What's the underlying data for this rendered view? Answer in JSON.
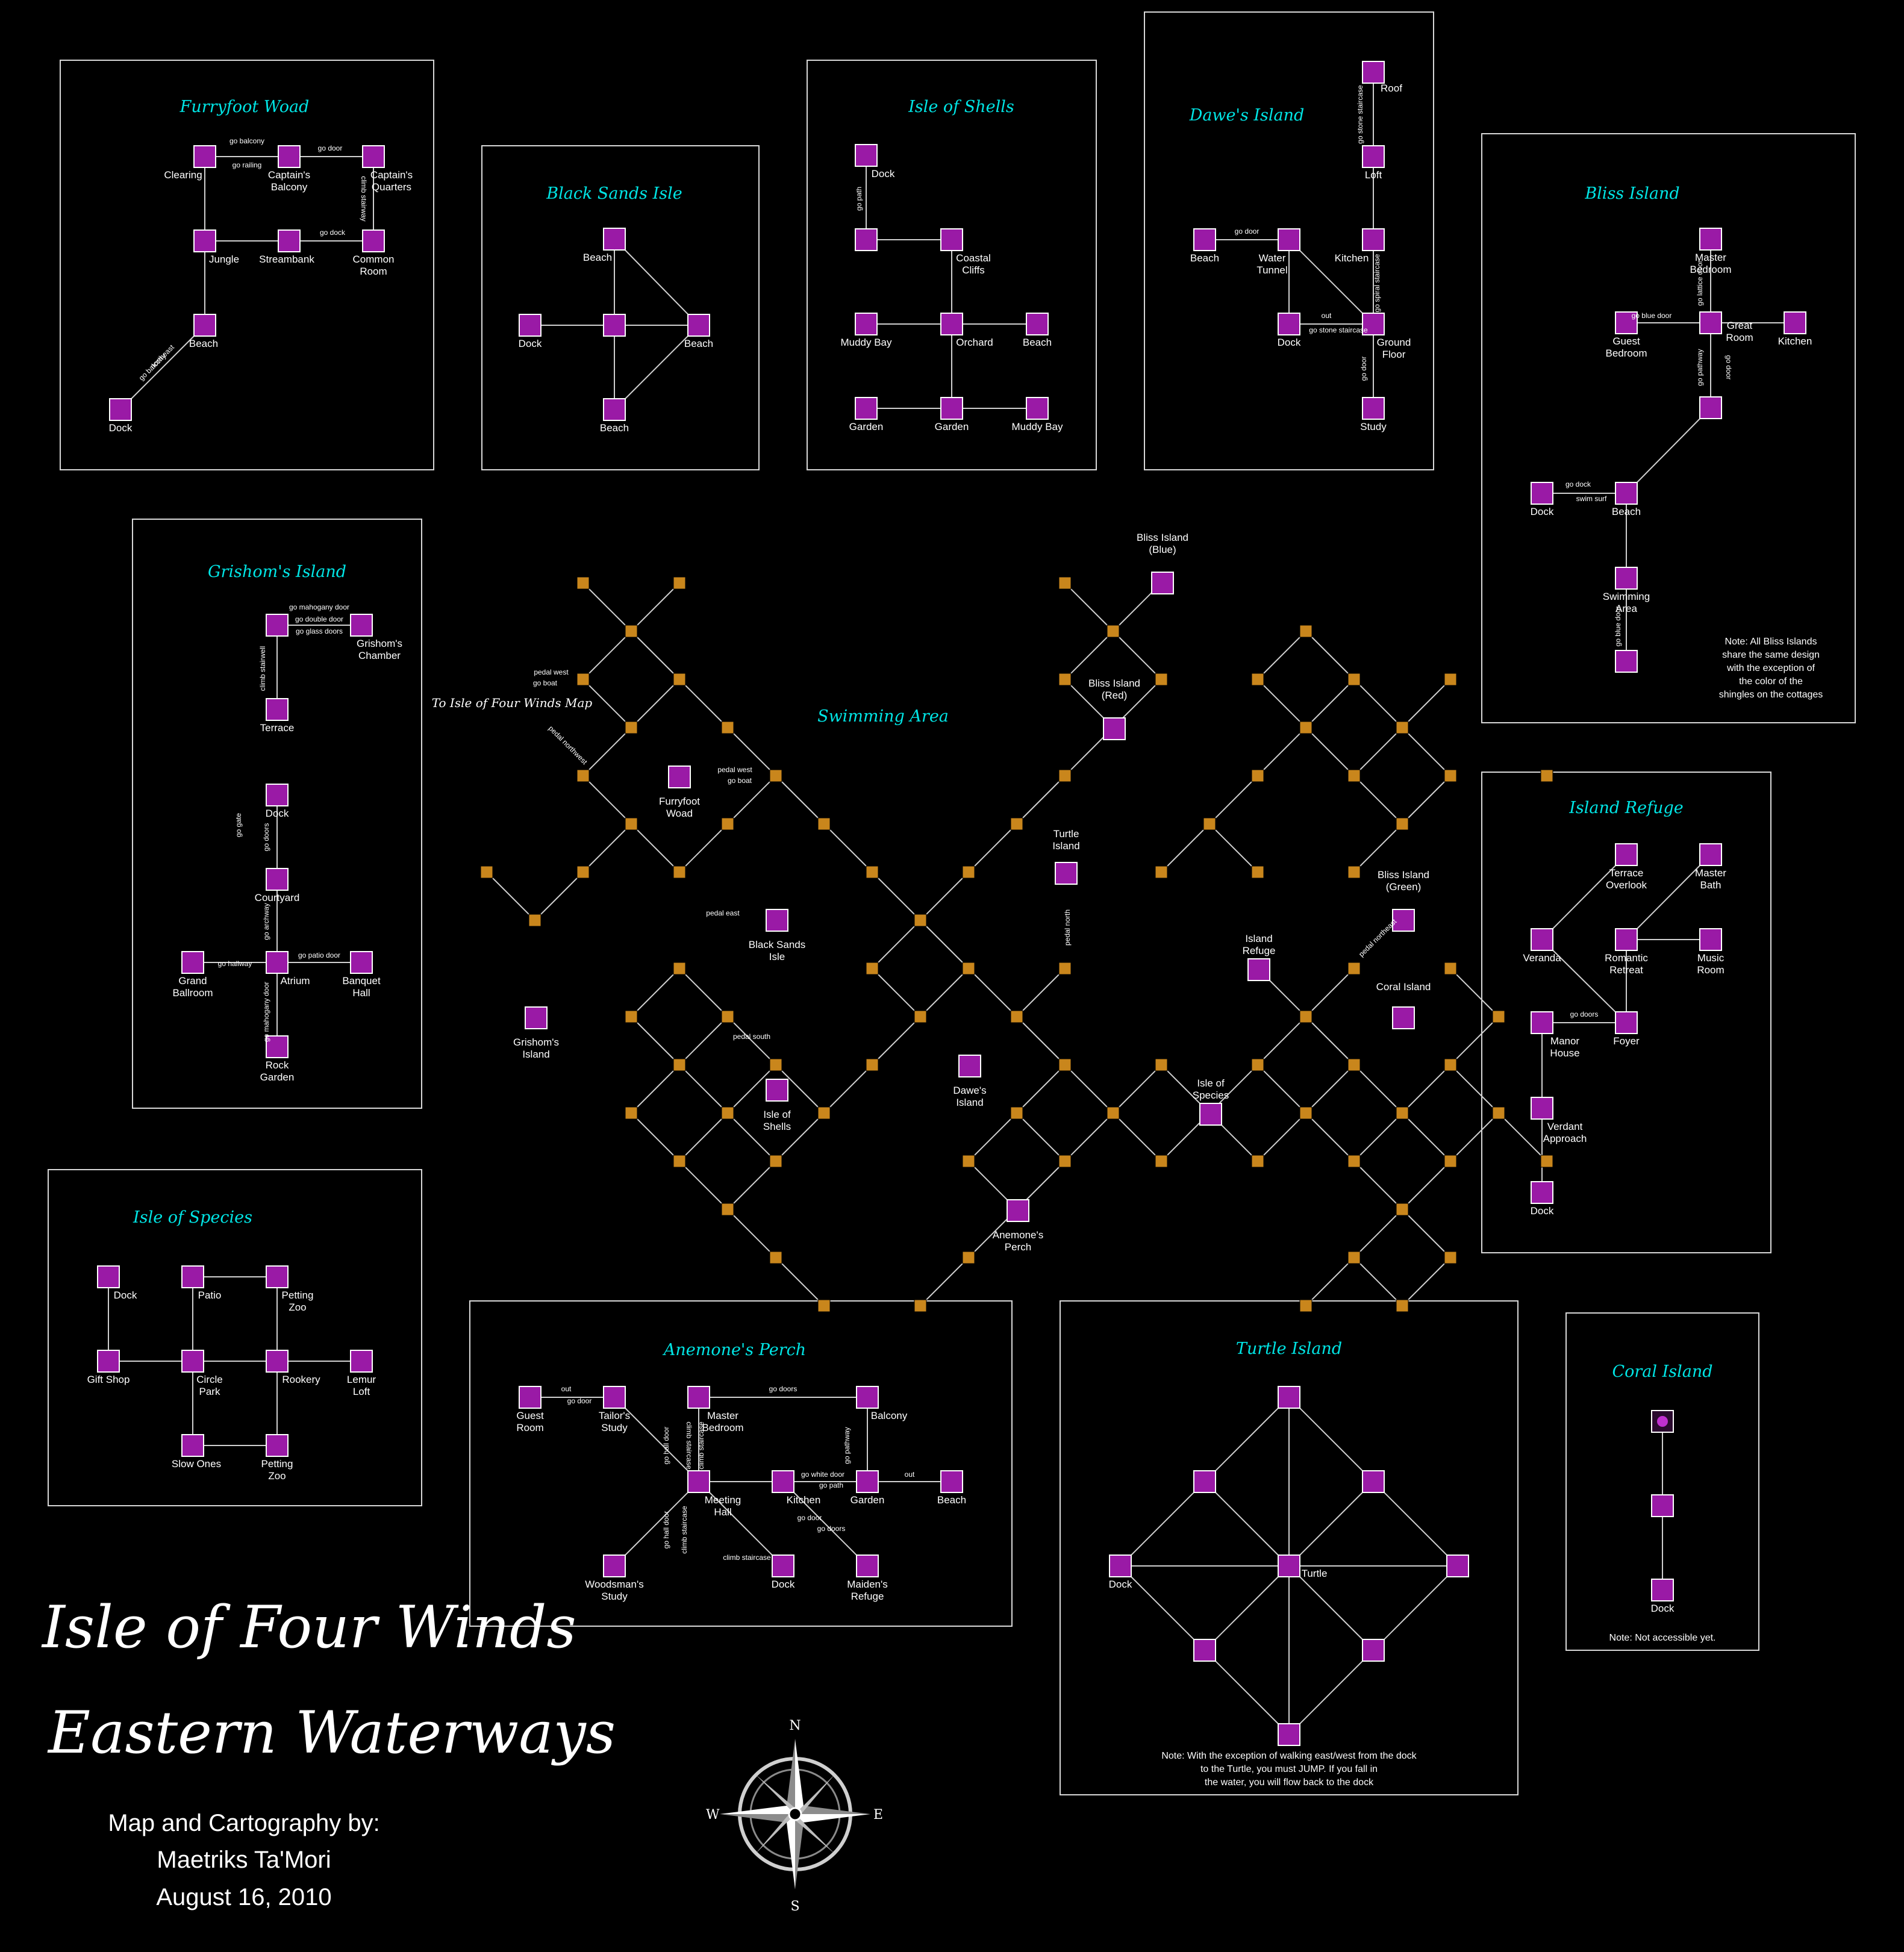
{
  "map_title": "Isle of Four Winds",
  "map_subtitle": "Eastern Waterways",
  "credits": [
    "Map and Cartography by:",
    "Maetriks Ta'Mori",
    "August 16, 2010"
  ],
  "compass": {
    "n": "N",
    "s": "S",
    "e": "E",
    "w": "W"
  },
  "colors": {
    "room": "#9a1aa6",
    "water_node": "#c9861c",
    "title": "#00e5e5",
    "background": "#000000"
  },
  "swimming_area": {
    "title": "Swimming Area",
    "exit_label": "To Isle of Four Winds Map",
    "destinations": [
      "Furryfoot Woad",
      "Black Sands Isle",
      "Grishom's Island",
      "Isle of Shells",
      "Dawe's Island",
      "Turtle Island",
      "Bliss Island (Blue)",
      "Bliss Island (Red)",
      "Island Refuge",
      "Bliss Island (Green)",
      "Coral Island",
      "Isle of Species",
      "Anemone's Perch"
    ],
    "edge_labels": [
      "pedal west",
      "go boat",
      "pedal northwest",
      "pedal east",
      "pedal south",
      "pedal north",
      "pedal northeast"
    ]
  },
  "panels": [
    {
      "title": "Furryfoot Woad",
      "rooms": [
        "Clearing",
        "Captain's Balcony",
        "Captain's Quarters",
        "Jungle",
        "Streambank",
        "Common Room",
        "Beach",
        "Dock"
      ],
      "exits": [
        "go balcony",
        "go railing",
        "go door",
        "climb stairway",
        "go dock",
        "northeast"
      ]
    },
    {
      "title": "Black Sands Isle",
      "rooms": [
        "Beach",
        "Dock",
        "Beach",
        "Beach"
      ]
    },
    {
      "title": "Isle of Shells",
      "rooms": [
        "Dock",
        "Coastal Cliffs",
        "Muddy Bay",
        "Orchard",
        "Beach",
        "Garden",
        "Garden",
        "Muddy Bay"
      ],
      "exits": [
        "go path"
      ]
    },
    {
      "title": "Dawe's Island",
      "rooms": [
        "Roof",
        "Loft",
        "Beach",
        "Water Tunnel",
        "Kitchen",
        "Dock",
        "Ground Floor",
        "Study"
      ],
      "exits": [
        "go stone staircase",
        "go door",
        "go spiral staircase",
        "out"
      ]
    },
    {
      "title": "Bliss Island",
      "rooms": [
        "Master Bedroom",
        "Great Room",
        "Guest Bedroom",
        "Kitchen",
        "Dock",
        "Beach",
        "Swimming Area"
      ],
      "exits": [
        "go blue door",
        "go lattice door",
        "go door",
        "go pathway",
        "go dock",
        "swim surf"
      ],
      "note": "Note: All Bliss Islands share the same design with the exception of the color of the shingles on the cottages"
    },
    {
      "title": "Grishom's Island",
      "rooms": [
        "Grishom's Chamber",
        "Terrace",
        "Dock",
        "Courtyard",
        "Grand Ballroom",
        "Atrium",
        "Banquet Hall",
        "Rock Garden"
      ],
      "exits": [
        "go mahogany door",
        "go double door",
        "go glass doors",
        "climb stairwell",
        "go gate",
        "go doors",
        "go archway",
        "go hallway",
        "go patio door"
      ]
    },
    {
      "title": "Island Refuge",
      "rooms": [
        "Terrace Overlook",
        "Master Bath",
        "Veranda",
        "Romantic Retreat",
        "Music Room",
        "Manor House",
        "Foyer",
        "Verdant Approach",
        "Dock"
      ],
      "exits": [
        "go doors"
      ]
    },
    {
      "title": "Isle of Species",
      "rooms": [
        "Dock",
        "Patio",
        "Petting Zoo",
        "Gift Shop",
        "Circle Park",
        "Rookery",
        "Lemur Loft",
        "Slow Ones",
        "Petting Zoo"
      ]
    },
    {
      "title": "Anemone's Perch",
      "rooms": [
        "Guest Room",
        "Tailor's Study",
        "Master Bedroom",
        "Balcony",
        "Meeting Hall",
        "Kitchen",
        "Garden",
        "Beach",
        "Woodsman's Study",
        "Dock",
        "Maiden's Refuge"
      ],
      "exits": [
        "out",
        "go door",
        "go doors",
        "go hall door",
        "climb staircase",
        "climb staircase",
        "go pathway",
        "go white door",
        "go path"
      ]
    },
    {
      "title": "Turtle Island",
      "rooms": [
        "Dock",
        "Turtle"
      ],
      "note": "Note: With the exception of walking east/west from the dock to the Turtle, you must JUMP. If you fall in the water, you will flow back to the dock"
    },
    {
      "title": "Coral Island",
      "rooms": [
        "Dock"
      ],
      "note": "Note: Not accessible yet."
    }
  ]
}
